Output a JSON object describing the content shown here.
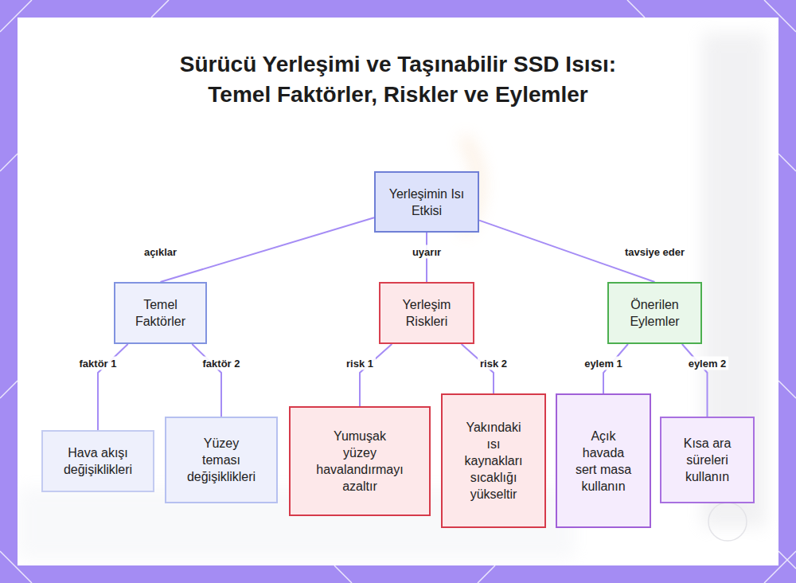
{
  "diagram": {
    "title": "Sürücü Yerleşimi ve Taşınabilir SSD Isısı: Temel Faktörler, Riskler ve Eylemler",
    "nodes": [
      {
        "text": [
          "Yerleşimin Isı Etkisi"
        ]
      },
      {
        "text": [
          "Temel Faktörler"
        ]
      },
      {
        "text": [
          "Yerleşim Riskleri"
        ]
      },
      {
        "text": [
          "Önerilen Eylemler"
        ]
      },
      {
        "text": [
          "Hava akışı değişiklikleri"
        ]
      },
      {
        "text": [
          "Yüzey teması değişiklikleri"
        ]
      },
      {
        "text": [
          "Yumuşak yüzey havalandırmayı azaltır"
        ]
      },
      {
        "text": [
          "Yakındaki ısı kaynakları sıcaklığı yükseltir"
        ]
      },
      {
        "text": [
          "Açık havada sert masa kullanın"
        ]
      },
      {
        "text": [
          "Kısa ara süreleri kullanın"
        ]
      }
    ],
    "edges": [
      {
        "from": 0,
        "to": 1,
        "label": "açıklar",
        "arrow": "none"
      },
      {
        "from": 0,
        "to": 2,
        "label": "uyarır",
        "arrow": "none"
      },
      {
        "from": 0,
        "to": 3,
        "label": "tavsiye eder",
        "arrow": "none"
      },
      {
        "from": 1,
        "to": 4,
        "label": "faktör 1",
        "arrow": "none"
      },
      {
        "from": 1,
        "to": 5,
        "label": "faktör 2",
        "arrow": "none"
      },
      {
        "from": 2,
        "to": 6,
        "label": "risk 1",
        "arrow": "none"
      },
      {
        "from": 2,
        "to": 7,
        "label": "risk 2",
        "arrow": "none"
      },
      {
        "from": 3,
        "to": 8,
        "label": "eylem 1",
        "arrow": "none"
      },
      {
        "from": 3,
        "to": 9,
        "label": "eylem 2",
        "arrow": "none"
      }
    ]
  }
}
